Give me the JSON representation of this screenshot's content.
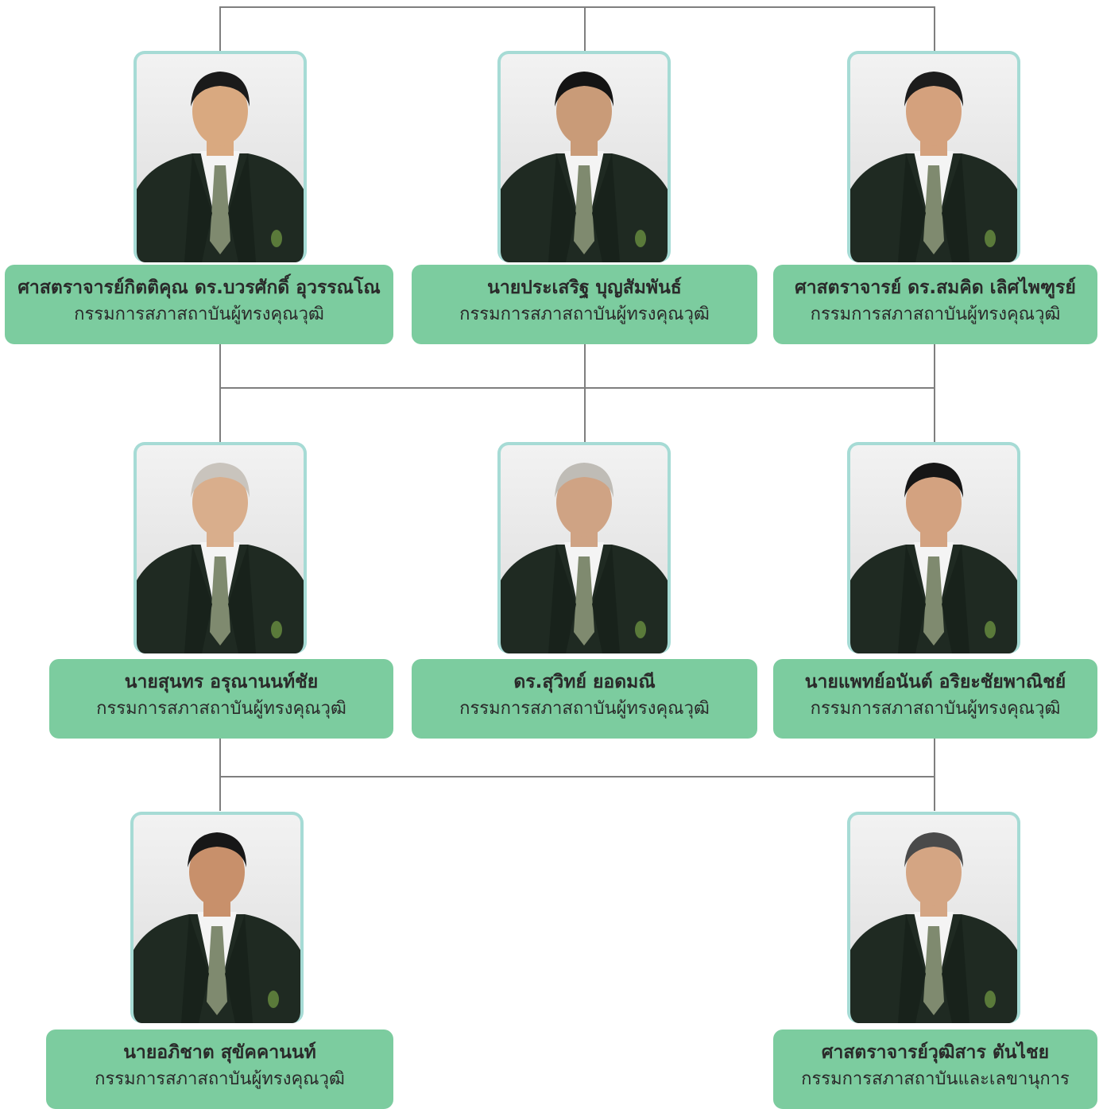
{
  "members": [
    {
      "name": "ศาสตราจารย์กิตติคุณ ดร.บวรศักดิ์ อุวรรณโณ",
      "role": "กรรมการสภาสถาบันผู้ทรงคุณวุฒิ",
      "hair": "#1a1a1a",
      "skin": "#d9a980"
    },
    {
      "name": "นายประเสริฐ บุญสัมพันธ์",
      "role": "กรรมการสภาสถาบันผู้ทรงคุณวุฒิ",
      "hair": "#141414",
      "skin": "#c99b78"
    },
    {
      "name": "ศาสตราจารย์ ดร.สมคิด เลิศไพฑูรย์",
      "role": "กรรมการสภาสถาบันผู้ทรงคุณวุฒิ",
      "hair": "#1c1c1c",
      "skin": "#d4a17d"
    },
    {
      "name": "นายสุนทร อรุณานนท์ชัย",
      "role": "กรรมการสภาสถาบันผู้ทรงคุณวุฒิ",
      "hair": "#c9c4bd",
      "skin": "#d9ae8c"
    },
    {
      "name": "ดร.สุวิทย์ ยอดมณี",
      "role": "กรรมการสภาสถาบันผู้ทรงคุณวุฒิ",
      "hair": "#bfbcb6",
      "skin": "#cfa384"
    },
    {
      "name": "นายแพทย์อนันต์ อริยะชัยพาณิชย์",
      "role": "กรรมการสภาสถาบันผู้ทรงคุณวุฒิ",
      "hair": "#161616",
      "skin": "#d3a280"
    },
    {
      "name": "นายอภิชาต สุขัคคานนท์",
      "role": "กรรมการสภาสถาบันผู้ทรงคุณวุฒิ",
      "hair": "#171717",
      "skin": "#c8906b"
    },
    {
      "name": "ศาสตราจารย์วุฒิสาร ตันไชย",
      "role": "กรรมการสภาสถาบันและเลขานุการ",
      "hair": "#4a4a4a",
      "skin": "#d4a583"
    }
  ]
}
